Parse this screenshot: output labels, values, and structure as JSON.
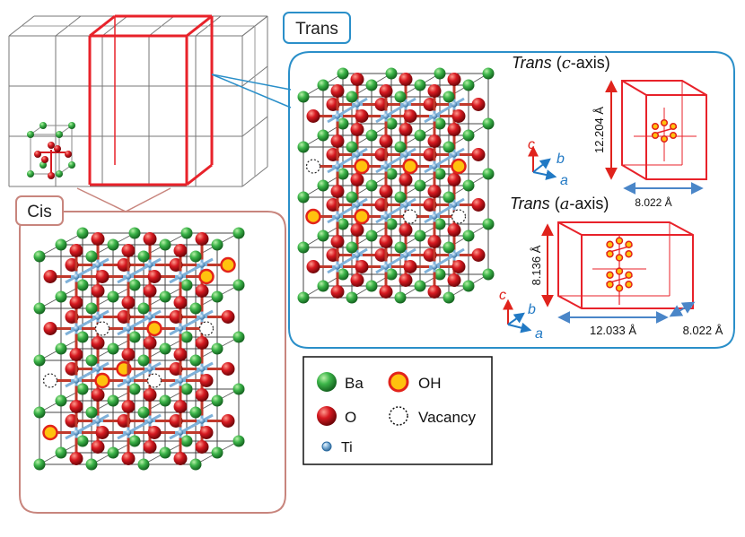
{
  "labels": {
    "trans_tab": "Trans",
    "cis_tab": "Cis",
    "trans_c_title_a": "Trans",
    "trans_c_title_b": " (",
    "trans_c_title_c": "c",
    "trans_c_title_d": "-axis)",
    "trans_a_title_a": "Trans",
    "trans_a_title_b": " (",
    "trans_a_title_c": "a",
    "trans_a_title_d": "-axis)"
  },
  "dimensions": {
    "c_height": "12.204 Å",
    "c_width": "8.022 Å",
    "a_height": "8.136 Å",
    "a_width": "12.033 Å",
    "a_depth": "8.022 Å"
  },
  "axes": {
    "c": "c",
    "b": "b",
    "a": "a"
  },
  "legend": {
    "ba": "Ba",
    "o": "O",
    "ti": "Ti",
    "oh": "OH",
    "vacancy": "Vacancy"
  },
  "colors": {
    "ba": "#3db54a",
    "o": "#d71a21",
    "ti": "#7fb1d9",
    "oh": "#ffc20e",
    "oh_ring": "#e2231a",
    "red_frame": "#e8222a",
    "blue_frame": "#2a8fc9",
    "cis_frame": "#c8857d",
    "axis_blue": "#2179c4",
    "axis_red": "#e0231c"
  }
}
